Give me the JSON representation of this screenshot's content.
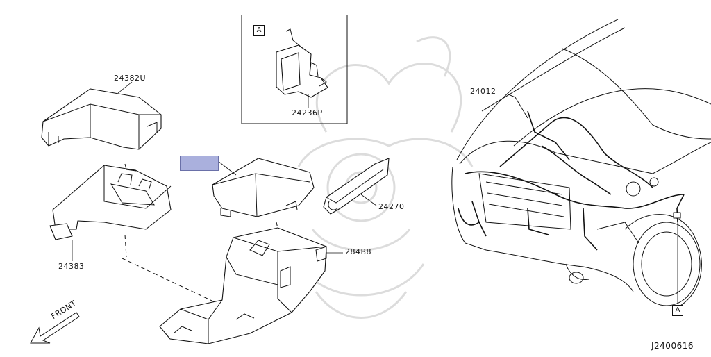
{
  "labels": {
    "cover_upper": "24382U",
    "box_lower": "24383",
    "bracket": "24236P",
    "harness_main": "24012",
    "protector": "24270",
    "relay": "284B8",
    "front": "FRONT",
    "ref_a_inset": "A",
    "ref_a_car": "A",
    "figure_code": "J2400616"
  },
  "highlight": {
    "color": "#aab0dd"
  }
}
